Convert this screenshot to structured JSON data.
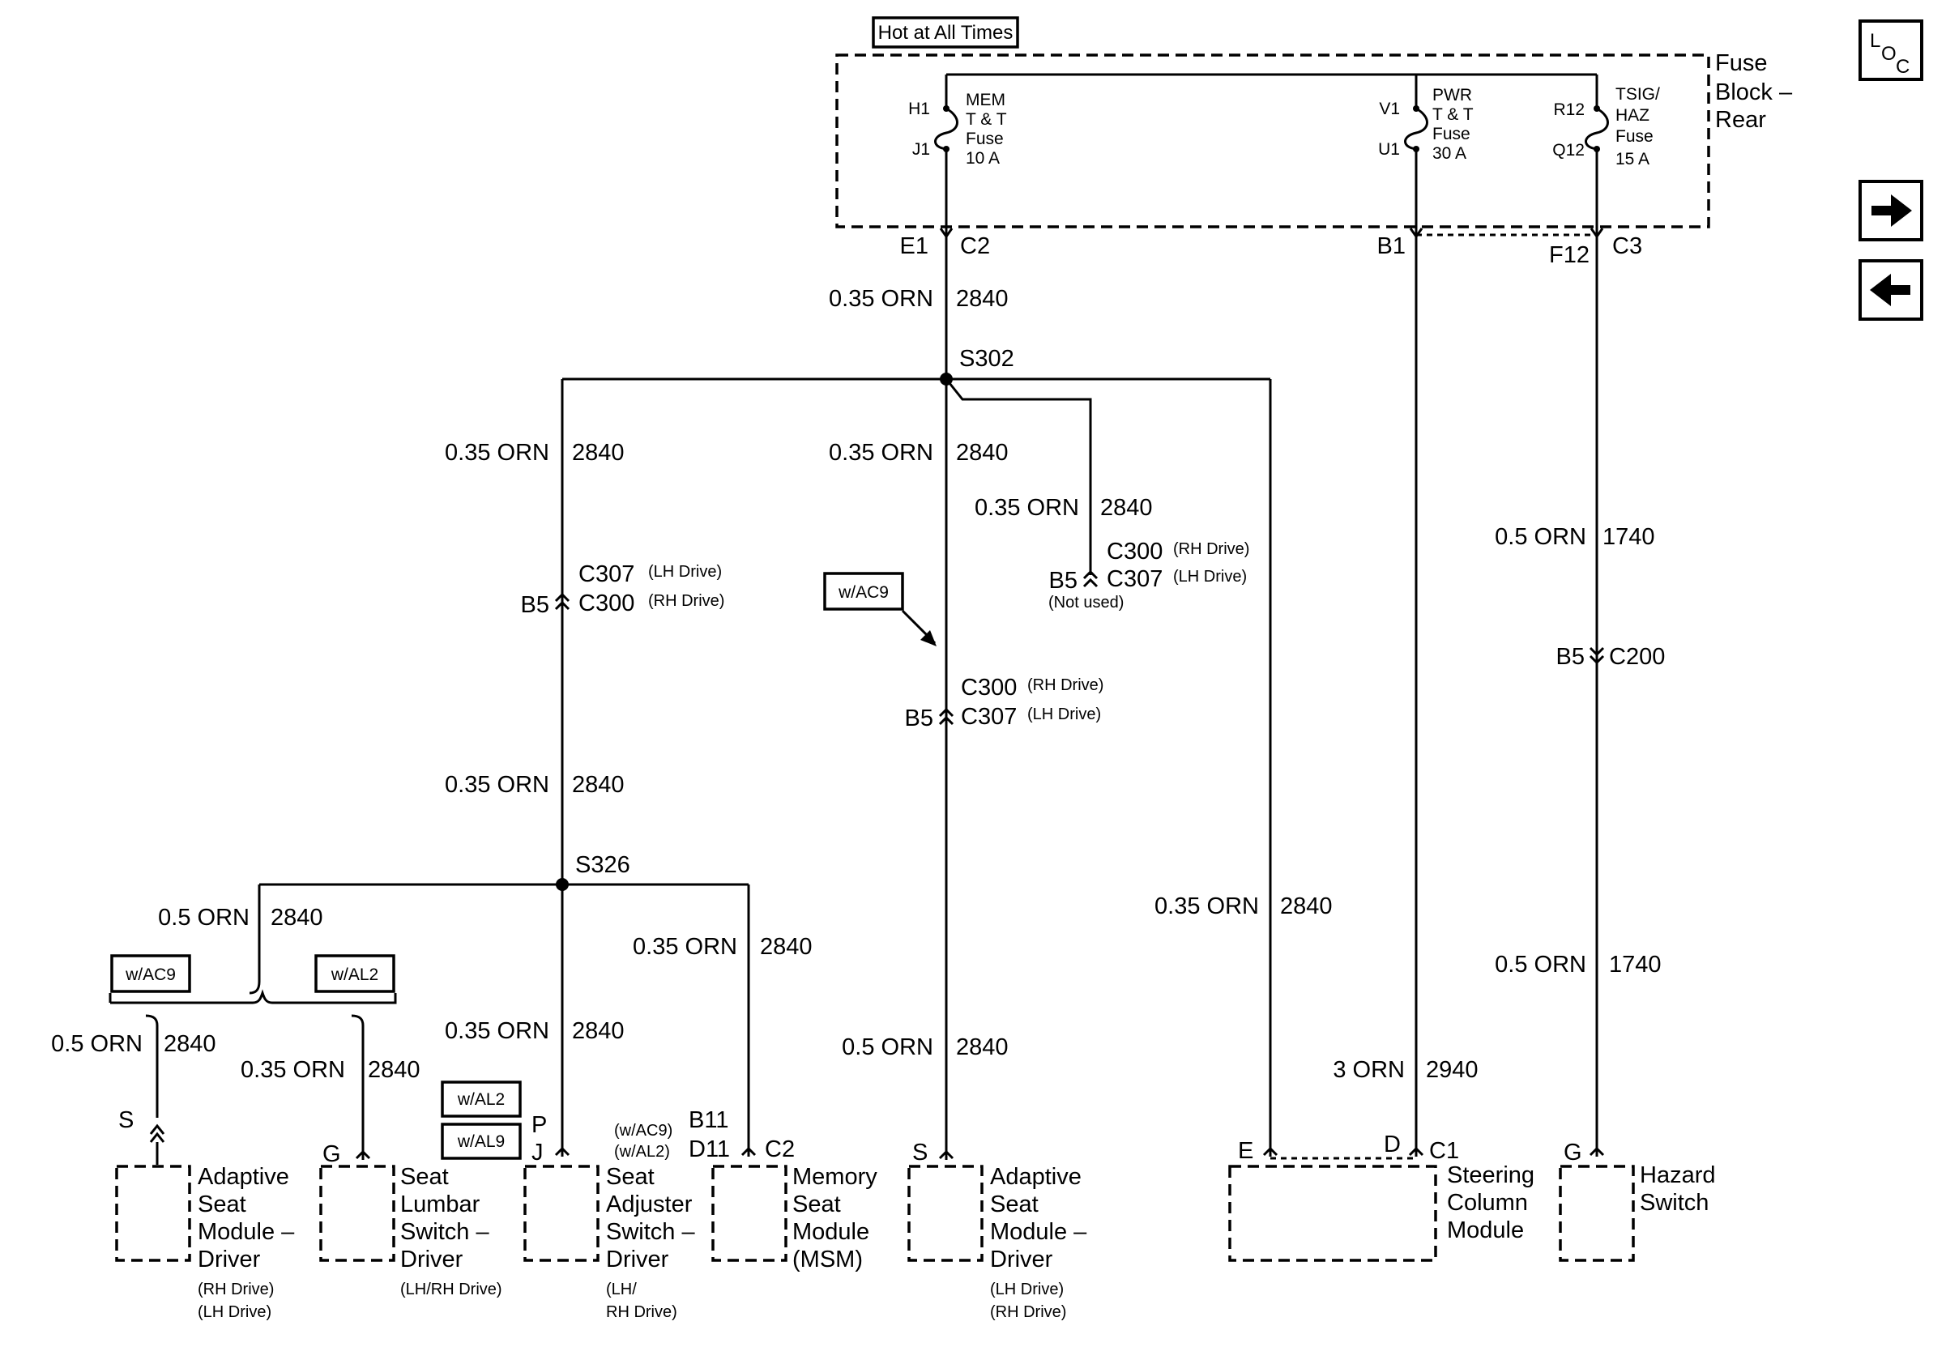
{
  "supply": "Hot at All Times",
  "fuse_block": {
    "line1": "Fuse",
    "line2": "Block –",
    "line3": "Rear"
  },
  "fuses": [
    {
      "in_pin": "H1",
      "out_pin": "J1",
      "name_l1": "MEM",
      "name_l2": "T & T",
      "name_l3": "Fuse",
      "rating": "10 A"
    },
    {
      "in_pin": "V1",
      "out_pin": "U1",
      "name_l1": "PWR",
      "name_l2": "T & T",
      "name_l3": "Fuse",
      "rating": "30 A"
    },
    {
      "in_pin": "R12",
      "out_pin": "Q12",
      "name_l1": "TSIG/",
      "name_l2": "HAZ",
      "name_l3": "Fuse",
      "rating": "15 A"
    }
  ],
  "fuse_block_pins": {
    "e1": "E1",
    "c2": "C2",
    "b1": "B1",
    "f12": "F12",
    "c3": "C3"
  },
  "wires": {
    "w1": {
      "size": "0.35 ORN",
      "circuit": "2840"
    },
    "w2": {
      "size": "0.35 ORN",
      "circuit": "2840"
    },
    "w3": {
      "size": "0.35 ORN",
      "circuit": "2840"
    },
    "w4": {
      "size": "0.35 ORN",
      "circuit": "2840"
    },
    "w5": {
      "size": "0.35 ORN",
      "circuit": "2840"
    },
    "w6": {
      "size": "0.5 ORN",
      "circuit": "1740"
    },
    "w7": {
      "size": "0.5 ORN",
      "circuit": "2840"
    },
    "w8": {
      "size": "0.35 ORN",
      "circuit": "2840"
    },
    "w9": {
      "size": "0.35 ORN",
      "circuit": "2840"
    },
    "w10": {
      "size": "0.5 ORN",
      "circuit": "1740"
    },
    "w11": {
      "size": "0.5 ORN",
      "circuit": "2840"
    },
    "w12": {
      "size": "0.35 ORN",
      "circuit": "2840"
    },
    "w13": {
      "size": "0.35 ORN",
      "circuit": "2840"
    },
    "w14": {
      "size": "0.5 ORN",
      "circuit": "2840"
    },
    "w15": {
      "size": "3 ORN",
      "circuit": "2940"
    }
  },
  "splices": {
    "s302": "S302",
    "s326": "S326"
  },
  "connectors": {
    "left": {
      "pin": "B5",
      "l1": "C307",
      "l1n": "(LH Drive)",
      "l2": "C300",
      "l2n": "(RH Drive)"
    },
    "right": {
      "pin": "B5",
      "l1": "C300",
      "l1n": "(RH Drive)",
      "l2": "C307",
      "l2n": "(LH Drive)",
      "note": "(Not used)"
    },
    "center": {
      "pin": "B5",
      "l1": "C300",
      "l1n": "(RH Drive)",
      "l2": "C307",
      "l2n": "(LH Drive)"
    },
    "c200": {
      "pin": "B5",
      "name": "C200"
    }
  },
  "options": {
    "ac9_center": "w/AC9",
    "ac9_left": "w/AC9",
    "al2_left": "w/AL2",
    "al2_mid": "w/AL2",
    "al9_mid": "w/AL9"
  },
  "components": {
    "asm_rh": {
      "pin": "S",
      "l1": "Adaptive",
      "l2": "Seat",
      "l3": "Module –",
      "l4": "Driver",
      "n1": "(RH Drive)",
      "n2": "(LH Drive)"
    },
    "lumbar": {
      "pin": "G",
      "l1": "Seat",
      "l2": "Lumbar",
      "l3": "Switch –",
      "l4": "Driver",
      "n1": "(LH/RH Drive)"
    },
    "adjuster": {
      "pin_p": "P",
      "pin_j": "J",
      "opt1": "(w/AC9)",
      "opt2": "(w/AL2)",
      "l1": "Seat",
      "l2": "Adjuster",
      "l3": "Switch –",
      "l4": "Driver",
      "n1": "(LH/",
      "n2": "RH Drive)"
    },
    "msm": {
      "pin_b": "B11",
      "pin_d": "D11",
      "conn": "C2",
      "l1": "Memory",
      "l2": "Seat",
      "l3": "Module",
      "l4": "(MSM)"
    },
    "asm_lh": {
      "pin": "S",
      "l1": "Adaptive",
      "l2": "Seat",
      "l3": "Module –",
      "l4": "Driver",
      "n1": "(LH Drive)",
      "n2": "(RH Drive)"
    },
    "scm": {
      "pin_e": "E",
      "pin_d": "D",
      "conn": "C1",
      "l1": "Steering",
      "l2": "Column",
      "l3": "Module"
    },
    "hazard": {
      "pin": "G",
      "l1": "Hazard",
      "l2": "Switch"
    }
  },
  "nav": {
    "loc_l": "L",
    "loc_o": "O",
    "loc_c": "C",
    "fwd_icon": "arrow-right-icon",
    "back_icon": "arrow-left-icon"
  }
}
